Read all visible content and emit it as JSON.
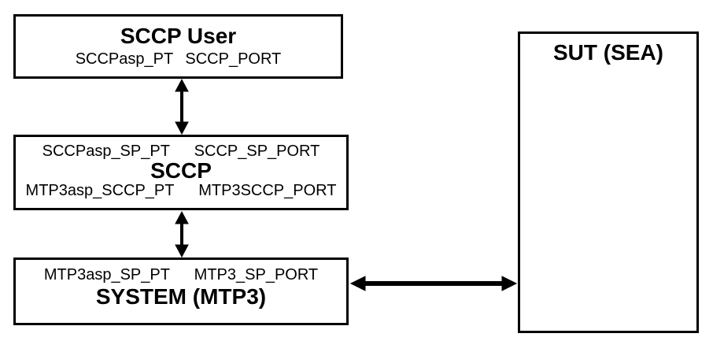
{
  "canvas": {
    "background": "#ffffff",
    "line_color": "#000000"
  },
  "nodes": {
    "sccp_user": {
      "title": "SCCP User",
      "port_label": "SCCPasp_PT SCCP_PORT"
    },
    "sccp": {
      "upper_port_label": "SCCPasp_SP_PT  SCCP_SP_PORT",
      "title": "SCCP",
      "lower_port_label": "MTP3asp_SCCP_PT  MTP3SCCP_PORT"
    },
    "system_mtp3": {
      "port_label": "MTP3asp_SP_PT  MTP3_SP_PORT",
      "title": "SYSTEM (MTP3)"
    },
    "sut": {
      "title": "SUT (SEA)"
    }
  },
  "connectors": [
    {
      "from": "sccp_user",
      "to": "sccp",
      "style": "double-headed-arrow",
      "orientation": "vertical"
    },
    {
      "from": "sccp",
      "to": "system_mtp3",
      "style": "double-headed-arrow",
      "orientation": "vertical"
    },
    {
      "from": "system_mtp3",
      "to": "sut",
      "style": "double-headed-arrow",
      "orientation": "horizontal"
    }
  ]
}
